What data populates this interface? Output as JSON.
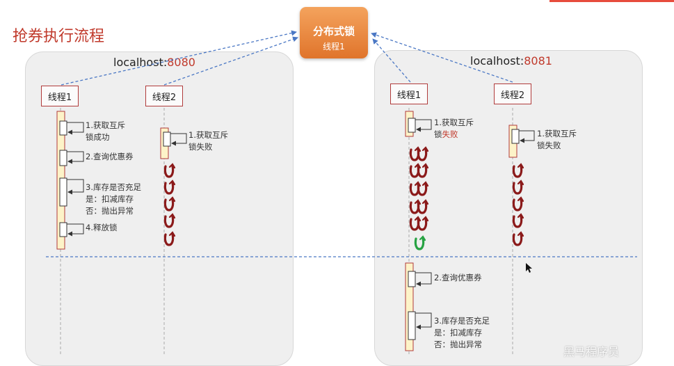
{
  "title": "抢券执行流程",
  "lock": {
    "title": "分布式锁",
    "holder": "线程1"
  },
  "server_a": {
    "host_prefix": "localhost:",
    "port": "8080",
    "thread1": "线程1",
    "thread2": "线程2",
    "t1_steps": [
      {
        "l1": "1.获取互斥",
        "l2": "锁成功"
      },
      {
        "l1": "2.查询优惠券"
      },
      {
        "l1": "3.库存是否充足",
        "l2": "是：扣减库存",
        "l3": "否：抛出异常"
      },
      {
        "l1": "4.释放锁"
      }
    ],
    "t2_steps": [
      {
        "l1": "1.获取互斥",
        "l2": "锁失败"
      }
    ]
  },
  "server_b": {
    "host_prefix": "localhost:",
    "port": "8081",
    "thread1": "线程1",
    "thread2": "线程2",
    "t1_step1": {
      "l1": "1.获取互斥",
      "l2a": "锁",
      "l2b": "失败"
    },
    "t2_steps": [
      {
        "l1": "1.获取互斥",
        "l2": "锁失败"
      }
    ],
    "t1_after": [
      {
        "l1": "2.查询优惠券"
      },
      {
        "l1": "3.库存是否充足",
        "l2": "是：扣减库存",
        "l3": "否：抛出异常"
      }
    ]
  },
  "colors": {
    "accent_red": "#c0392b",
    "lock_orange": "#e8843a",
    "dash_blue": "#4a77c4",
    "retry_red": "#8b1a1a",
    "success_green": "#27a243"
  },
  "watermark": "黑马程序员"
}
